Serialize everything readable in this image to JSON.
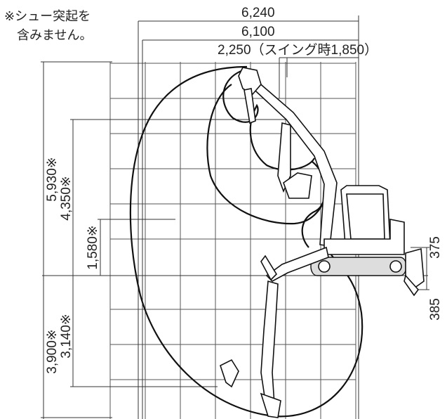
{
  "note": {
    "line1": "※シュー突起を",
    "line2": "含みません。"
  },
  "dimensions": {
    "top_6240": "6,240",
    "top_6100": "6,100",
    "top_2250": "2,250（スイング時1,850）",
    "left_5930": "5,930※",
    "left_4350": "4,350※",
    "left_1580": "1,580※",
    "left_3900": "3,900※",
    "left_3140": "3,140※",
    "right_375": "375",
    "right_385": "385"
  },
  "colors": {
    "line": "#111111",
    "grid": "#555555",
    "background": "#ffffff"
  }
}
